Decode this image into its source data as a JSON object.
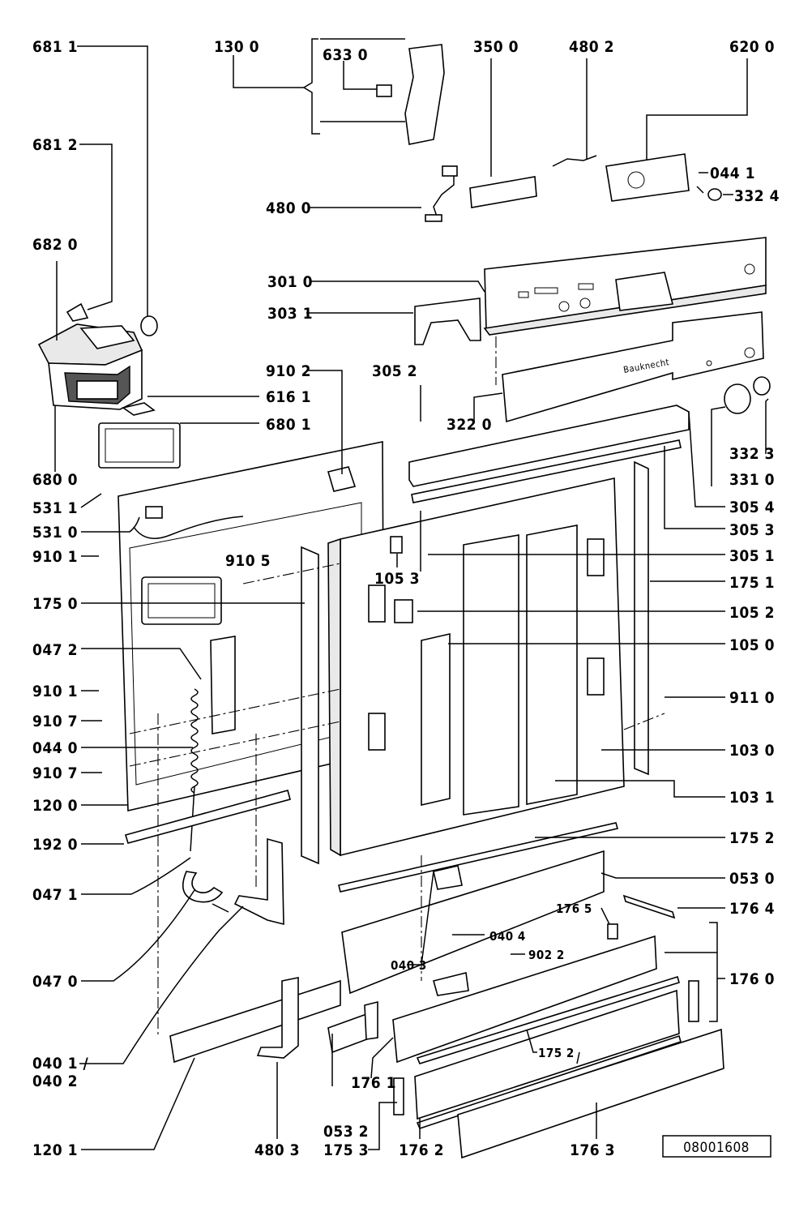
{
  "diagram_code": "08001608",
  "labels": [
    {
      "id": "681-1",
      "text": "681 1"
    },
    {
      "id": "130-0",
      "text": "130 0"
    },
    {
      "id": "633-0",
      "text": "633 0"
    },
    {
      "id": "350-0",
      "text": "350 0"
    },
    {
      "id": "480-2",
      "text": "480 2"
    },
    {
      "id": "620-0",
      "text": "620 0"
    },
    {
      "id": "681-2",
      "text": "681 2"
    },
    {
      "id": "044-1",
      "text": "044 1"
    },
    {
      "id": "332-4",
      "text": "332 4"
    },
    {
      "id": "480-0",
      "text": "480 0"
    },
    {
      "id": "682-0",
      "text": "682 0"
    },
    {
      "id": "301-0",
      "text": "301 0"
    },
    {
      "id": "303-1",
      "text": "303 1"
    },
    {
      "id": "910-2",
      "text": "910 2"
    },
    {
      "id": "305-2",
      "text": "305 2"
    },
    {
      "id": "616-1",
      "text": "616 1"
    },
    {
      "id": "680-1",
      "text": "680 1"
    },
    {
      "id": "322-0",
      "text": "322 0"
    },
    {
      "id": "332-3",
      "text": "332 3"
    },
    {
      "id": "680-0",
      "text": "680 0"
    },
    {
      "id": "331-0",
      "text": "331 0"
    },
    {
      "id": "531-1",
      "text": "531 1"
    },
    {
      "id": "305-4",
      "text": "305 4"
    },
    {
      "id": "531-0",
      "text": "531 0"
    },
    {
      "id": "305-3",
      "text": "305 3"
    },
    {
      "id": "910-1a",
      "text": "910 1"
    },
    {
      "id": "910-5",
      "text": "910 5"
    },
    {
      "id": "305-1",
      "text": "305 1"
    },
    {
      "id": "105-3",
      "text": "105 3"
    },
    {
      "id": "175-1",
      "text": "175 1"
    },
    {
      "id": "175-0",
      "text": "175 0"
    },
    {
      "id": "105-2",
      "text": "105 2"
    },
    {
      "id": "047-2",
      "text": "047 2"
    },
    {
      "id": "105-0",
      "text": "105 0"
    },
    {
      "id": "910-1b",
      "text": "910 1"
    },
    {
      "id": "911-0",
      "text": "911 0"
    },
    {
      "id": "910-7a",
      "text": "910 7"
    },
    {
      "id": "044-0",
      "text": "044 0"
    },
    {
      "id": "103-0",
      "text": "103 0"
    },
    {
      "id": "910-7b",
      "text": "910 7"
    },
    {
      "id": "120-0",
      "text": "120 0"
    },
    {
      "id": "103-1",
      "text": "103 1"
    },
    {
      "id": "192-0",
      "text": "192 0"
    },
    {
      "id": "175-2a",
      "text": "175 2"
    },
    {
      "id": "053-0",
      "text": "053 0"
    },
    {
      "id": "047-1",
      "text": "047 1"
    },
    {
      "id": "176-4",
      "text": "176 4"
    },
    {
      "id": "176-5",
      "text": "176 5"
    },
    {
      "id": "040-4",
      "text": "040 4"
    },
    {
      "id": "902-2",
      "text": "902 2"
    },
    {
      "id": "040-3",
      "text": "040 3"
    },
    {
      "id": "047-0",
      "text": "047 0"
    },
    {
      "id": "176-0",
      "text": "176 0"
    },
    {
      "id": "175-2b",
      "text": "175 2"
    },
    {
      "id": "040-1",
      "text": "040 1 /"
    },
    {
      "id": "040-2",
      "text": "040 2"
    },
    {
      "id": "176-1",
      "text": "176 1"
    },
    {
      "id": "053-2",
      "text": "053 2"
    },
    {
      "id": "175-3",
      "text": "175 3"
    },
    {
      "id": "120-1",
      "text": "120 1"
    },
    {
      "id": "480-3",
      "text": "480 3"
    },
    {
      "id": "176-2",
      "text": "176 2"
    },
    {
      "id": "176-3",
      "text": "176 3"
    }
  ],
  "brand_text": "Bauknecht"
}
